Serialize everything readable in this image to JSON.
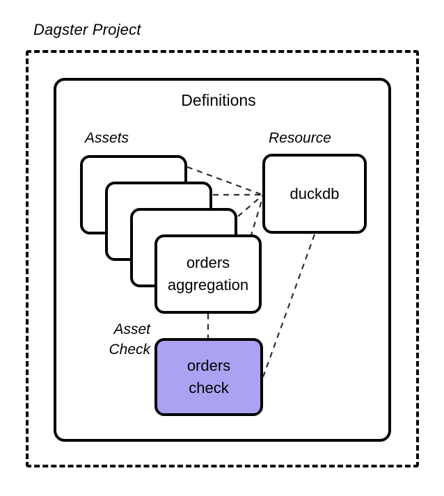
{
  "diagram": {
    "title": "Dagster Project",
    "container": {
      "label": "Definitions"
    },
    "groups": {
      "assets_label": "Assets",
      "resource_label": "Resource",
      "asset_check_label_line1": "Asset",
      "asset_check_label_line2": "Check"
    },
    "nodes": {
      "asset_stack_1": "",
      "asset_stack_2": "",
      "asset_stack_3": "",
      "asset_front_line1": "orders",
      "asset_front_line2": "aggregation",
      "resource": "duckdb",
      "check_line1": "orders",
      "check_line2": "check"
    },
    "colors": {
      "check_fill": "#ABA3F2",
      "stroke": "#000000",
      "edge": "#2b2f3a",
      "background": "#ffffff"
    }
  }
}
